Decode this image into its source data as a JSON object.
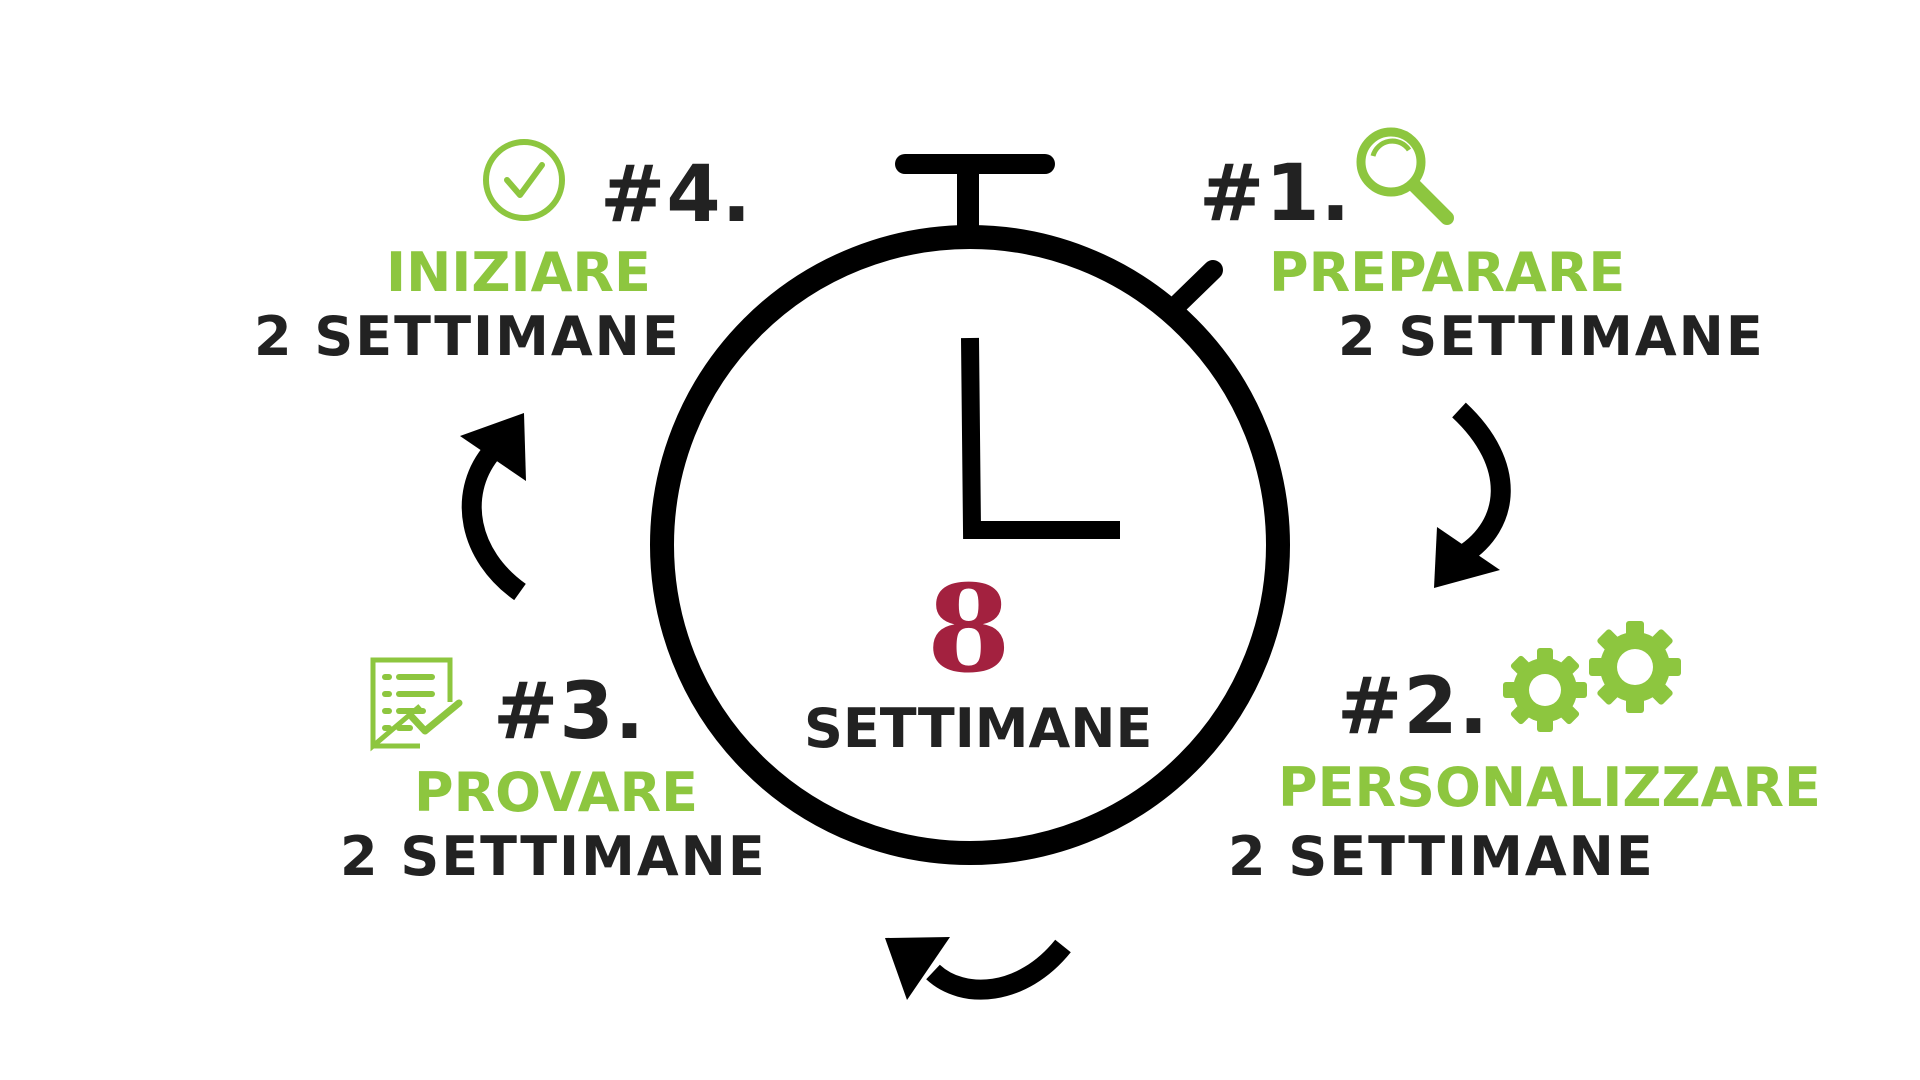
{
  "colors": {
    "accent_green": "#8dc63f",
    "dark": "#222222",
    "total_red": "#a3213f"
  },
  "center": {
    "total_value": "8",
    "total_label": "SETTIMANE"
  },
  "steps": [
    {
      "number": "#1.",
      "title": "PREPARARE",
      "duration": "2 SETTIMANE",
      "icon": "magnifier-icon"
    },
    {
      "number": "#2.",
      "title": "PERSONALIZZARE",
      "duration": "2 SETTIMANE",
      "icon": "gears-icon"
    },
    {
      "number": "#3.",
      "title": "PROVARE",
      "duration": "2 SETTIMANE",
      "icon": "checklist-icon"
    },
    {
      "number": "#4.",
      "title": "INIZIARE",
      "duration": "2 SETTIMANE",
      "icon": "check-circle-icon"
    }
  ]
}
